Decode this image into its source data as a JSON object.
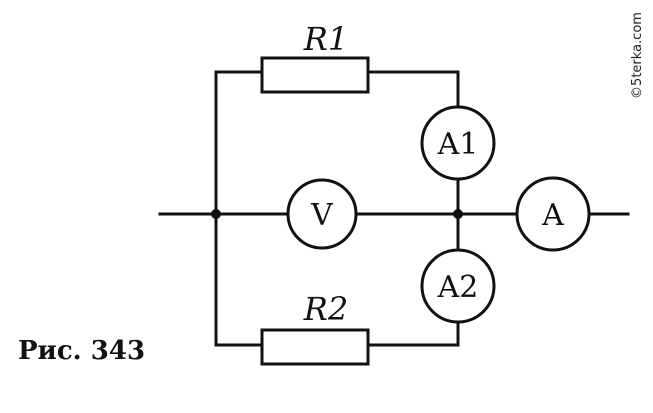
{
  "diagram": {
    "resistors": [
      {
        "id": "r1",
        "label": "R1"
      },
      {
        "id": "r2",
        "label": "R2"
      }
    ],
    "meters": [
      {
        "id": "v",
        "label": "V"
      },
      {
        "id": "a",
        "label": "A"
      },
      {
        "id": "a1",
        "label": "A1"
      },
      {
        "id": "a2",
        "label": "A2"
      }
    ]
  },
  "caption": "Рис. 343",
  "watermark": "©5terka.com"
}
